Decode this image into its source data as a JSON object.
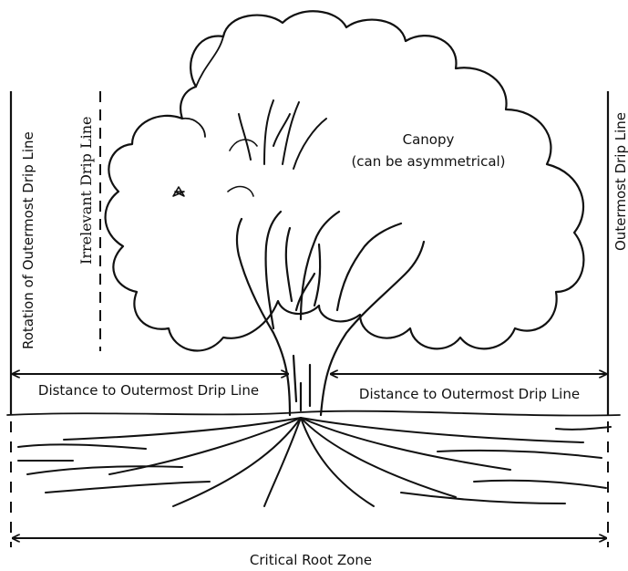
{
  "labels": {
    "canopy_title": "Canopy",
    "canopy_note": "(can be asymmetrical)",
    "left_vertical": "Rotation of Outermost Drip Line",
    "irrelevant_vertical": "Irrelevant Drip Line",
    "right_vertical": "Outermost Drip Line",
    "left_distance": "Distance to Outermost Drip Line",
    "right_distance": "Distance to Outermost Drip Line",
    "root_zone": "Critical Root Zone"
  }
}
